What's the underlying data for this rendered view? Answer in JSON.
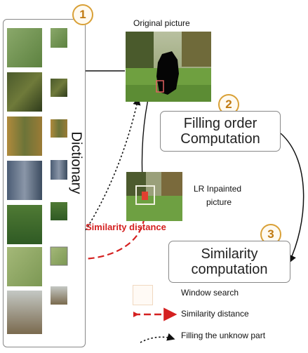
{
  "badges": {
    "dictionary": "1",
    "filling": "2",
    "similarity": "3"
  },
  "dictionary": {
    "label": "Dictionary"
  },
  "original": {
    "label": "Original picture"
  },
  "filling_box": {
    "line1": "Filling order",
    "line2": "Computation"
  },
  "lr": {
    "line1": "LR Inpainted",
    "line2": "picture"
  },
  "similarity_distance_label": "Similarity distance",
  "similarity_box": {
    "line1": "Similarity",
    "line2": "computation"
  },
  "legend": {
    "window_search": "Window search",
    "similarity_distance": "Similarity distance",
    "filling": "Filling the unknow part"
  },
  "colors": {
    "red": "#d42020",
    "badge": "#d9a036",
    "box_border": "#888888"
  }
}
